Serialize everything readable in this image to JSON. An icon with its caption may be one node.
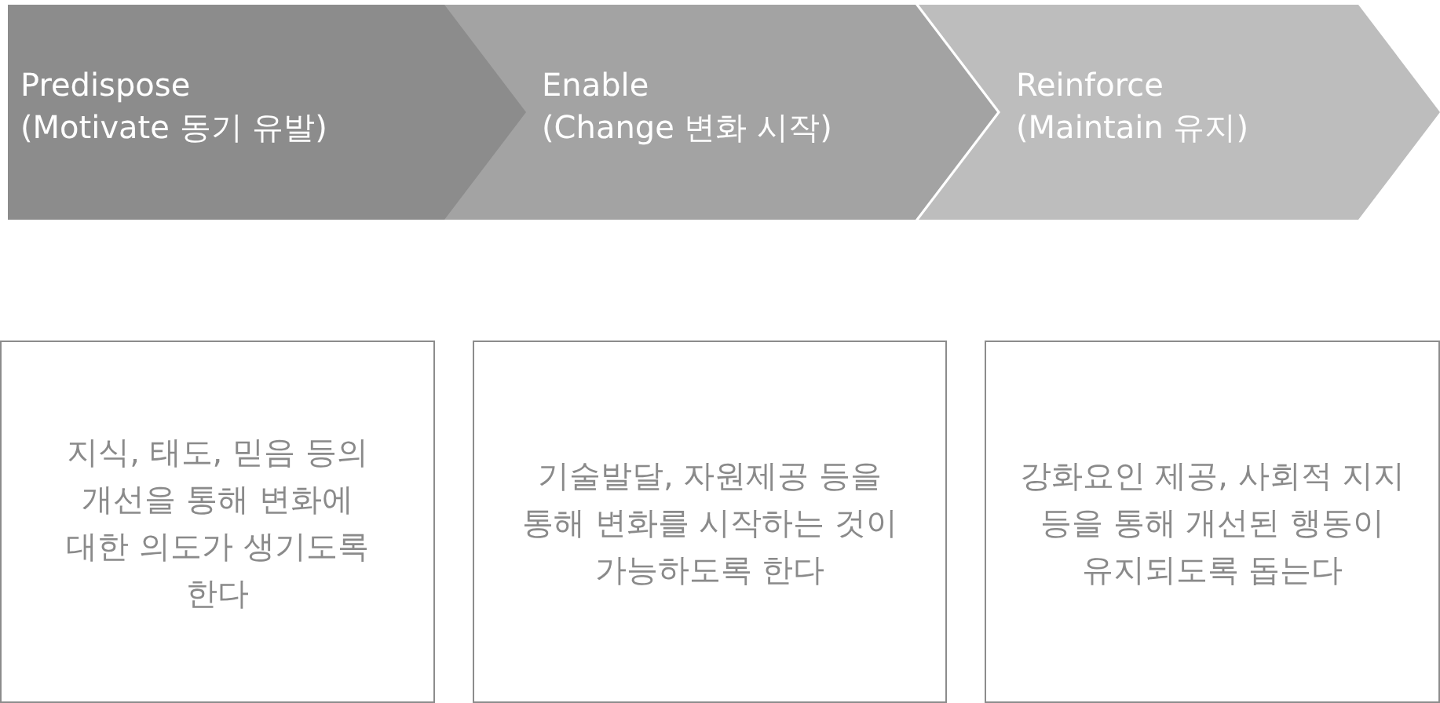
{
  "diagram": {
    "nodes": [
      {
        "text": [
          "Predispose",
          "(Motivate 동기 유발)"
        ]
      },
      {
        "text": [
          "Enable",
          "(Change 변화 시작)"
        ]
      },
      {
        "text": [
          "Reinforce",
          "(Maintain 유지)"
        ]
      },
      {
        "text": [
          "지식, 태도, 믿음 등의 개선을 통해 변화에 대한 의도가 생기도록 한다"
        ]
      },
      {
        "text": [
          "기술발달, 자원제공 등을 통해 변화를 시작하는 것이 가능하도록 한다"
        ]
      },
      {
        "text": [
          "강화요인 제공, 사회적 지지 등을 통해 개선된 행동이 유지되도록 돕는다"
        ]
      }
    ]
  }
}
